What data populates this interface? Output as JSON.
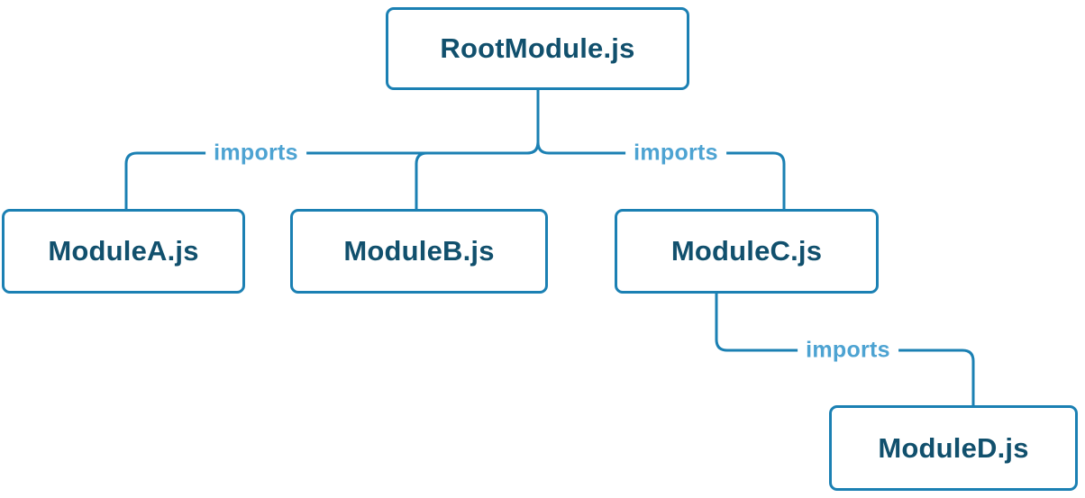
{
  "diagram": {
    "title": "module-import-tree",
    "colors": {
      "line": "#1b80b3",
      "node_border": "#1b80b3",
      "node_text": "#11506d",
      "edge_label": "#4da3d2",
      "background": "#ffffff"
    },
    "nodes": [
      {
        "id": "root",
        "label": "RootModule.js"
      },
      {
        "id": "a",
        "label": "ModuleA.js"
      },
      {
        "id": "b",
        "label": "ModuleB.js"
      },
      {
        "id": "c",
        "label": "ModuleC.js"
      },
      {
        "id": "d",
        "label": "ModuleD.js"
      }
    ],
    "edges": [
      {
        "from": "RootModule.js",
        "to": "ModuleA.js",
        "label": "imports"
      },
      {
        "from": "RootModule.js",
        "to": "ModuleB.js",
        "label": ""
      },
      {
        "from": "RootModule.js",
        "to": "ModuleC.js",
        "label": "imports"
      },
      {
        "from": "ModuleC.js",
        "to": "ModuleD.js",
        "label": "imports"
      }
    ]
  }
}
